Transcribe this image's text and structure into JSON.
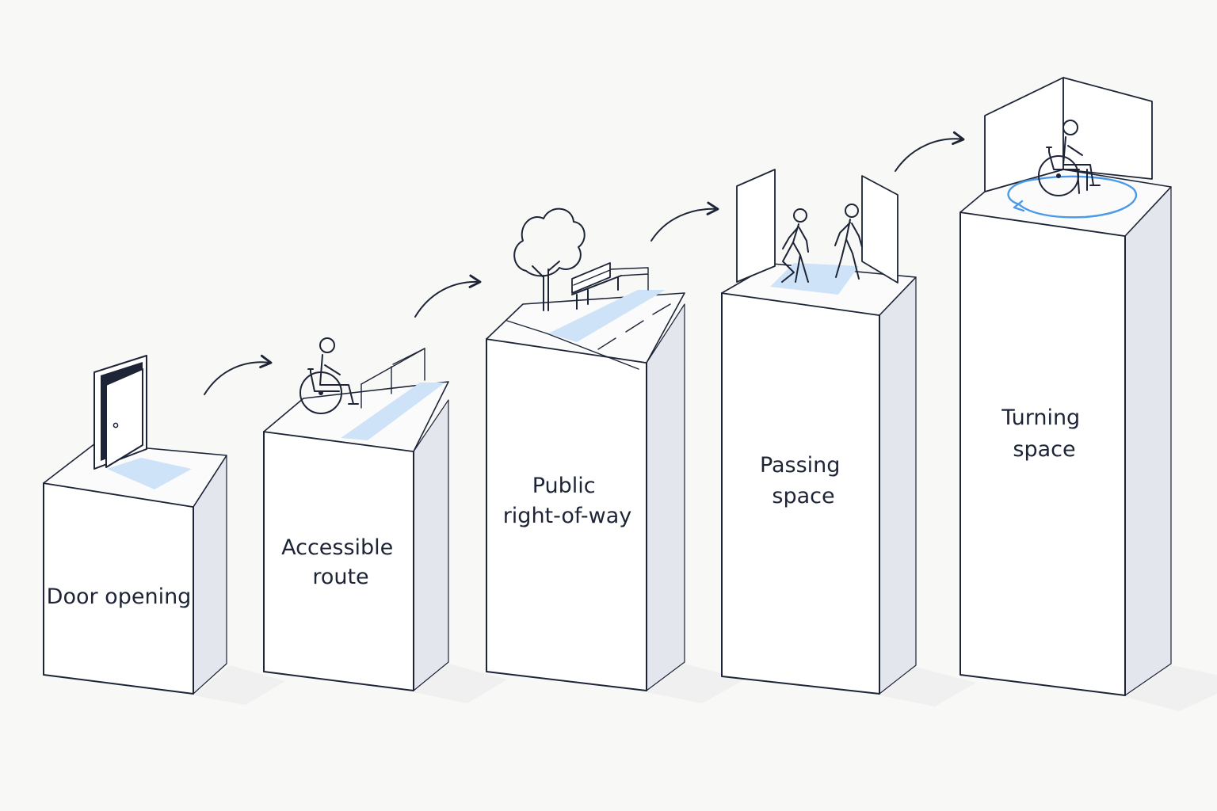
{
  "steps": [
    {
      "id": "door",
      "line1": "Door opening",
      "line2": ""
    },
    {
      "id": "route",
      "line1": "Accessible",
      "line2": "route"
    },
    {
      "id": "row",
      "line1": "Public",
      "line2": "right-of-way"
    },
    {
      "id": "passing",
      "line1": "Passing",
      "line2": "space"
    },
    {
      "id": "turning",
      "line1": "Turning",
      "line2": "space"
    }
  ],
  "colors": {
    "line": "#1c2436",
    "accent_fill": "#cfe3f8",
    "accent_stroke": "#4a9ae8",
    "side": "#e3e6ec",
    "background": "#f8f8f7"
  },
  "icons": [
    "door-icon",
    "wheelchair-user-icon",
    "handrail-icon",
    "tree-icon",
    "bench-icon",
    "pedestrian-icon",
    "turning-circle-icon",
    "flow-arrow-icon"
  ]
}
